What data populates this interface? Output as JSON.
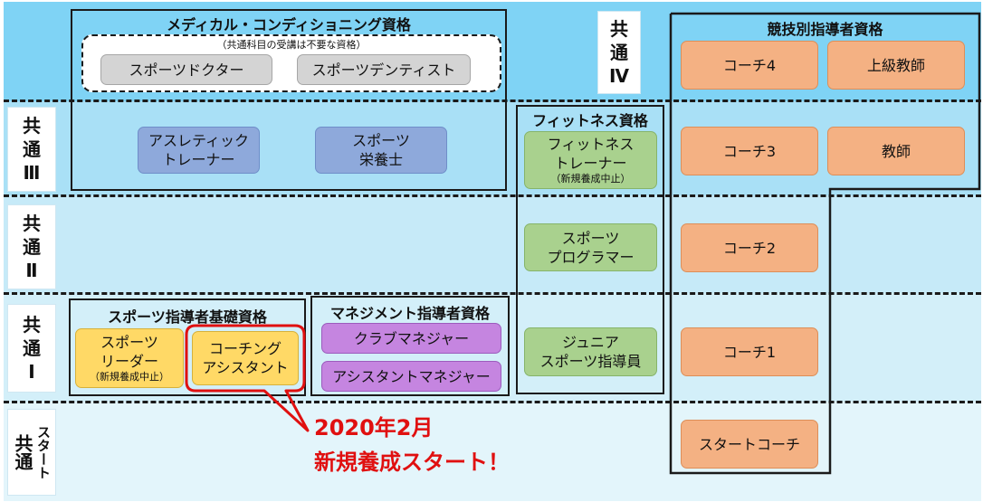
{
  "levels": {
    "common3": [
      "共",
      "通",
      "Ⅲ"
    ],
    "common2": [
      "共",
      "通",
      "Ⅱ"
    ],
    "common1": [
      "共",
      "通",
      "Ⅰ"
    ],
    "start_col1": "スタート",
    "start_col2": "共通",
    "common4": [
      "共",
      "通",
      "Ⅳ"
    ]
  },
  "medical": {
    "title": "メディカル・コンディショニング資格",
    "subtitle": "（共通科目の受講は不要な資格）",
    "sports_doctor": "スポーツドクター",
    "sports_dentist": "スポーツデンティスト",
    "athletic_trainer": [
      "アスレティック",
      "トレーナー"
    ],
    "sports_dietitian": [
      "スポーツ",
      "栄養士"
    ]
  },
  "fitness": {
    "title": "フィットネス資格",
    "fitness_trainer": [
      "フィットネス",
      "トレーナー"
    ],
    "fitness_trainer_note": "（新規養成中止）",
    "sports_programmer": [
      "スポーツ",
      "プログラマー"
    ],
    "junior_instructor": [
      "ジュニア",
      "スポーツ指導員"
    ]
  },
  "sport_specific": {
    "title": "競技別指導者資格",
    "coach4": "コーチ4",
    "senior_teacher": "上級教師",
    "coach3": "コーチ3",
    "teacher": "教師",
    "coach2": "コーチ2",
    "coach1": "コーチ1",
    "start_coach": "スタートコーチ"
  },
  "basic": {
    "title": "スポーツ指導者基礎資格",
    "sports_leader": [
      "スポーツ",
      "リーダー"
    ],
    "sports_leader_note": "（新規養成中止）",
    "coaching_assistant": [
      "コーチング",
      "アシスタント"
    ]
  },
  "management": {
    "title": "マネジメント指導者資格",
    "club_manager": "クラブマネジャー",
    "assistant_manager": "アシスタントマネジャー"
  },
  "callout": {
    "line1": "2020年2月",
    "line2": "新規養成スタート！"
  },
  "colors": {
    "band_top": "#7fd3f5",
    "band_mid": "#bfe8f8",
    "band_light": "#dff3fb",
    "highlight": "#e01010"
  }
}
